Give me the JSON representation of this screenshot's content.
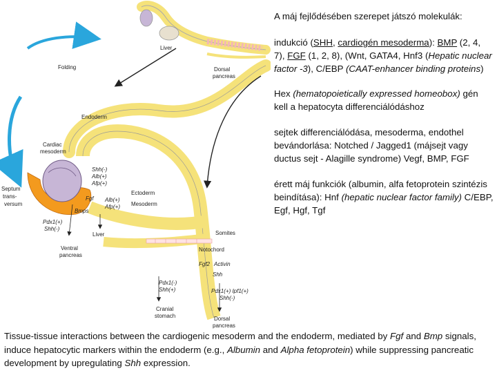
{
  "diagram": {
    "labels": {
      "liver_top": "Liver",
      "folding": "Folding",
      "dorsal_pancreas_top_1": "Dorsal",
      "dorsal_pancreas_top_2": "pancreas",
      "endoderm": "Endoderm",
      "cardiac_mesoderm_1": "Cardiac",
      "cardiac_mesoderm_2": "mesoderm",
      "shh_minus": "Shh(-)",
      "alb_plus": "Alb(+)",
      "afp_plus": "Afp(+)",
      "fgf": "Fgf",
      "bmps": "Bmps",
      "septum_1": "Septum",
      "septum_2": "trans-",
      "septum_3": "versum",
      "ectoderm": "Ectoderm",
      "alb_plus_2": "Alb(+)",
      "afp_plus_2": "Afp(+)",
      "mesoderm": "Mesoderm",
      "pdx1_plus": "Pdx1(+)",
      "shh_minus_2": "Shh(-)",
      "liver_mid": "Liver",
      "ventral_1": "Ventral",
      "ventral_2": "pancreas",
      "somites": "Somites",
      "notochord": "Notochord",
      "fgf2": "Fgf2",
      "activin": "Activin",
      "shh": "Shh",
      "pdx1_minus": "Pdx1(-)",
      "shh_plus": "Shh(+)",
      "pdx1_ipf1": "Pdx1(+) Ipf1(+)",
      "shh_minus_3": "Shh(-)",
      "cranial_1": "Cranial",
      "cranial_2": "stomach",
      "dorsal_pancreas_bottom_1": "Dorsal",
      "dorsal_pancreas_bottom_2": "pancreas"
    }
  },
  "panel": {
    "p1": "A máj fejlődésében szerepet játszó molekulák:",
    "p2": {
      "a": "indukció (",
      "shh": "SHH",
      "b": ", ",
      "cardio": "cardiogén mesoderma",
      "c": "): ",
      "bmp": "BMP",
      "d": " (2, 4, 7), ",
      "fgf": "FGF",
      "e": " (1, 2, 8), (Wnt, GATA4, Hnf3 (",
      "hnf": "Hepatic nuclear factor -3",
      "f": "), C/EBP ",
      "cebp": "(CAAT-enhancer binding proteins",
      "g": ")"
    },
    "p3": {
      "a": "Hex ",
      "hex": "(hematopoietically expressed homeobox)",
      "b": " gén kell a hepatocyta differenciálódáshoz"
    },
    "p4": "sejtek differenciálódása, mesoderma, endothel bevándorlása: Notched / Jagged1 (májsejt vagy ductus sejt - Alagille syndrome) Vegf, BMP, FGF",
    "p5": {
      "a": "érett máj funkciók (albumin, alfa fetoprotein szintézis beindítása): Hnf ",
      "hnf": "(hepatic nuclear factor family)",
      "b": " C/EBP, Egf, Hgf, Tgf"
    }
  },
  "caption": {
    "a": "Tissue-tissue interactions between the cardiogenic mesoderm and the endoderm, mediated by ",
    "fgf": "Fgf",
    "b": " and ",
    "bmp": "Bmp",
    "c": " signals, induce hepatocytic markers within the endoderm (e.g., ",
    "albumin": "Albumin",
    "d": " and ",
    "alpha": "Alpha fetoprotein",
    "e": ") while suppressing pancreatic development by upregulating ",
    "shh": "Shh",
    "f": " expression."
  },
  "colors": {
    "endoderm": "#f5e27a",
    "septum": "#f39a1e",
    "heart": "#c7b6d6",
    "arrow_blue": "#2aa6dc",
    "somites": "#ffe3e3"
  }
}
